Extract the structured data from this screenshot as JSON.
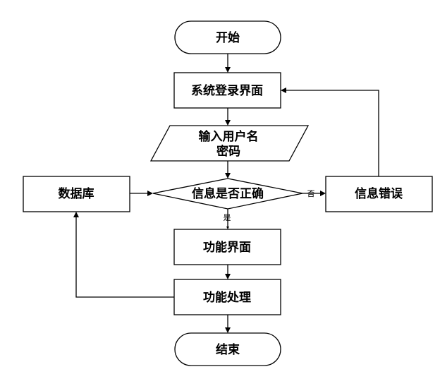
{
  "diagram": {
    "nodes": {
      "start": "开始",
      "login": "系统登录界面",
      "input_line1": "输入用户名",
      "input_line2": "密码",
      "decision": "信息是否正确",
      "database": "数据库",
      "error": "信息错误",
      "function_ui": "功能界面",
      "processing": "功能处理",
      "end": "结束"
    },
    "edge_labels": {
      "yes": "是",
      "no": "否"
    }
  }
}
